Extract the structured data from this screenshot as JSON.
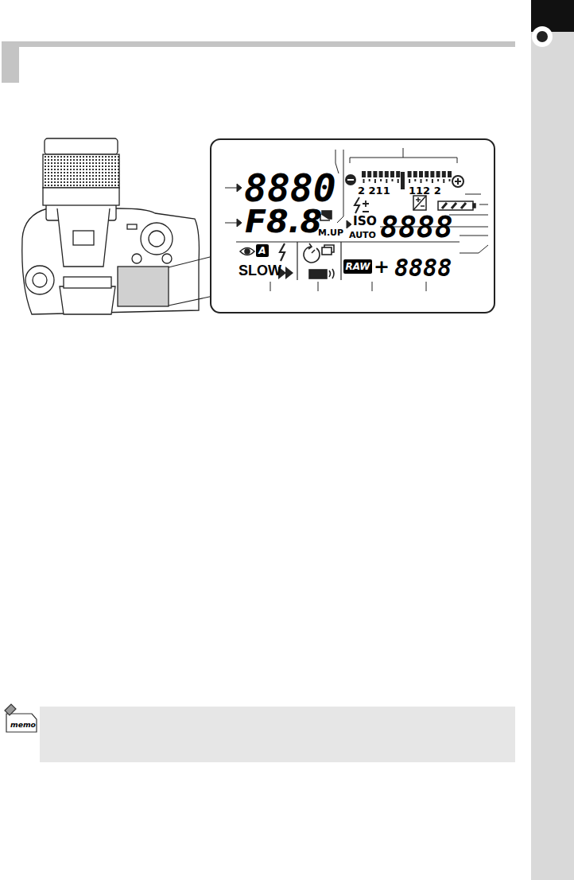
{
  "diagram": {
    "nodes": [
      {
        "text": [
          "A"
        ]
      },
      {
        "text": [
          "RAW"
        ]
      }
    ],
    "labels": [
      "8880",
      "F8.8",
      "M.UP",
      "2 211",
      "112 2",
      "ISO",
      "AUTO",
      "8888",
      "SLOW",
      "+",
      "8888",
      "memo"
    ]
  }
}
